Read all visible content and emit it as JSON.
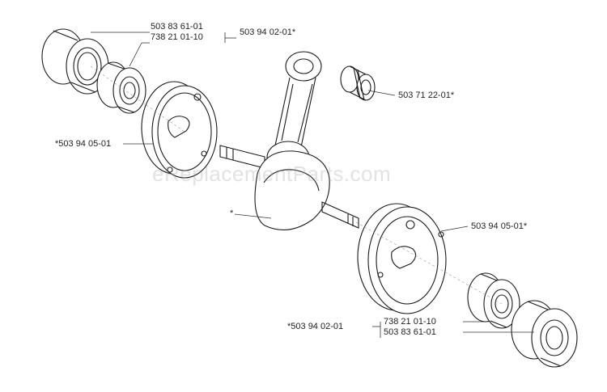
{
  "labels": {
    "top_left_1": "503 83 61-01",
    "top_left_2": "738 21 01-10",
    "top_group": "503 94 02-01*",
    "needle_bearing": "503 71 22-01*",
    "left_cheek": "*503 94 05-01",
    "crankshaft": "*",
    "right_cheek": "503 94 05-01*",
    "bottom_group": "*503 94 02-01",
    "bottom_right_1": "738 21 01-10",
    "bottom_right_2": "503 83 61-01"
  },
  "watermark": "eReplacementParts.com",
  "colors": {
    "line": "#1a1a1a",
    "leader": "#333333",
    "watermark": "#9a9a9a"
  }
}
